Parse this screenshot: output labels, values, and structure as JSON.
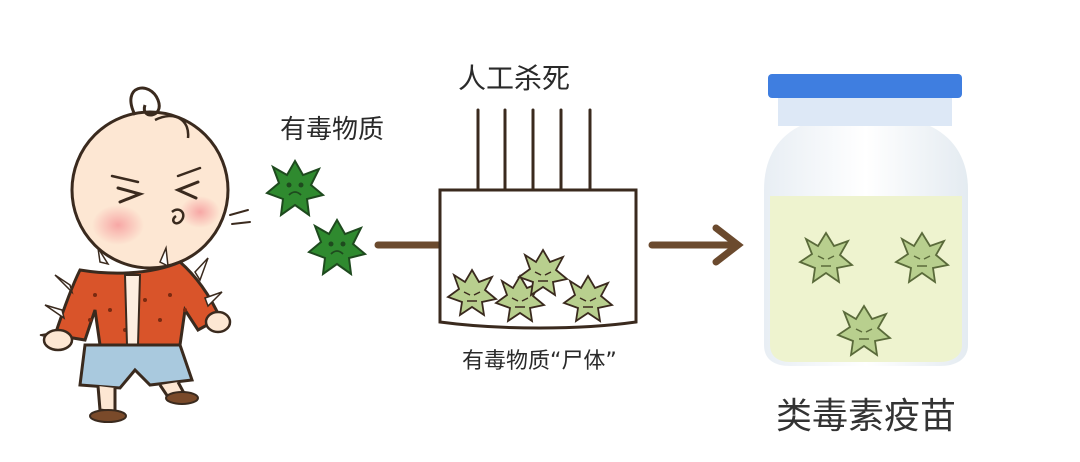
{
  "labels": {
    "toxin": "有毒物质",
    "kill": "人工杀死",
    "corpse": "有毒物质“尸体”",
    "vaccine": "类毒素疫苗"
  },
  "colors": {
    "toxin_dark": "#2f8a2f",
    "toxin_light": "#b8cf8e",
    "arrow": "#6b4a2e",
    "jacket": "#d9542a",
    "pants": "#a9c9de",
    "jar_lid": "#3f7ee0",
    "liquid": "#eef3cf"
  }
}
